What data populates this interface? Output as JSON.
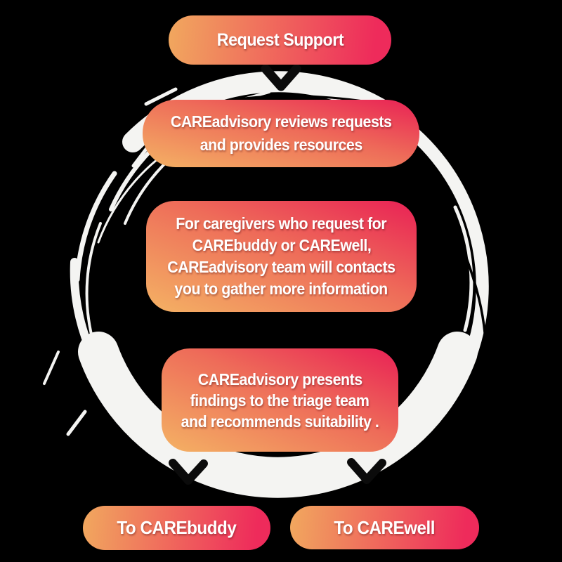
{
  "colors": {
    "background": "#000000",
    "gradient_orange": "#F4B264",
    "gradient_pink": "#E92155",
    "text": "#FFFFFF",
    "brush_ring": "#F4F4F2",
    "arrow": "#0B0B0B"
  },
  "icons": {
    "arrow_down": "chevron-down-icon",
    "brush_circle": "hand-painted-ring"
  },
  "flow": {
    "start_label": "Request Support",
    "steps": [
      {
        "lines": [
          "CAREadvisory reviews requests",
          "and provides resources"
        ]
      },
      {
        "lines": [
          "For caregivers who request for",
          "CAREbuddy or CAREwell,",
          "CAREadvisory team will contacts",
          "you to gather more information"
        ]
      },
      {
        "lines": [
          "CAREadvisory presents",
          "findings to the triage team",
          "and recommends suitability ."
        ]
      }
    ],
    "outcomes": [
      {
        "label": "To CAREbuddy"
      },
      {
        "label": "To CAREwell"
      }
    ]
  }
}
